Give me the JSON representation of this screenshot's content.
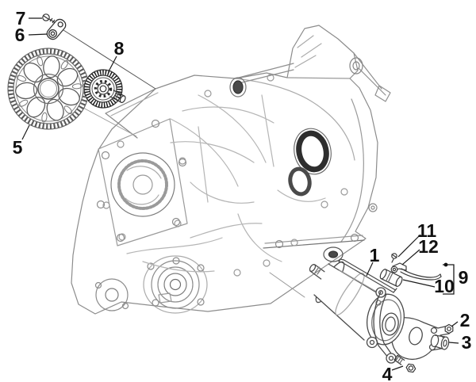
{
  "diagram": {
    "background_color": "#ffffff",
    "sketch_line_color": "#8c8c8c",
    "part_line_color": "#3d3d3d",
    "dark_accent_color": "#1f1f1f",
    "callout_color": "#111111",
    "callouts": [
      {
        "label": "1"
      },
      {
        "label": "2"
      },
      {
        "label": "3"
      },
      {
        "label": "4"
      },
      {
        "label": "5"
      },
      {
        "label": "6"
      },
      {
        "label": "7"
      },
      {
        "label": "8"
      },
      {
        "label": "9"
      },
      {
        "label": "10"
      },
      {
        "label": "11"
      },
      {
        "label": "12"
      }
    ],
    "bracket": {
      "label_ref": "9",
      "encloses": [
        "10",
        "11",
        "12"
      ]
    }
  }
}
